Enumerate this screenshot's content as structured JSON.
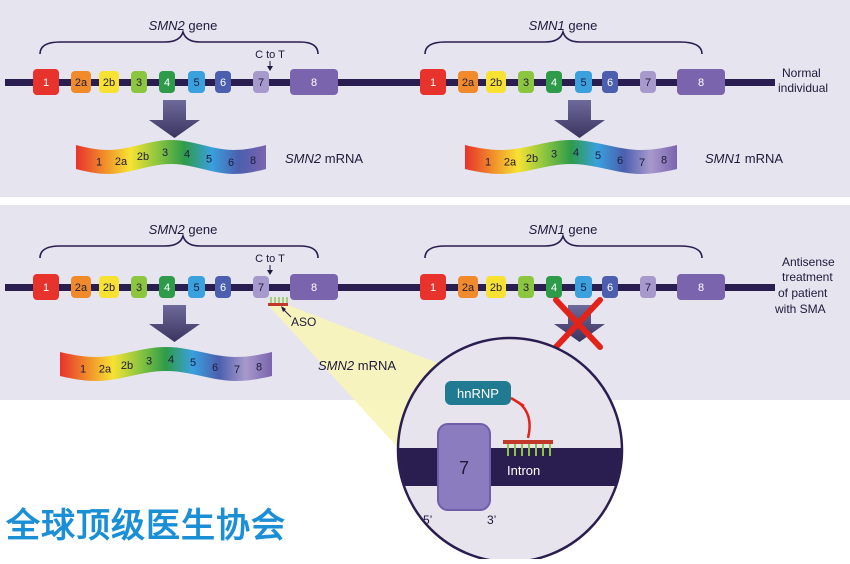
{
  "colors": {
    "panel_bg": "#e5e4ef",
    "chromosome": "#2a1d4f",
    "arrow": "#4a4476",
    "exon_1": "#e8322c",
    "exon_2a": "#f08a2a",
    "exon_2b": "#f7e233",
    "exon_3": "#8cc63f",
    "exon_4": "#2e9b4a",
    "exon_5": "#3aa0de",
    "exon_6": "#4b5fae",
    "exon_7": "#a899cc",
    "exon_8": "#7a64ae",
    "aso": "#c0392b",
    "highlight": "#f8f4b8",
    "cross": "#e2231a",
    "watermark": "#1a8fd6"
  },
  "exons": [
    "1",
    "2a",
    "2b",
    "3",
    "4",
    "5",
    "6",
    "7",
    "8"
  ],
  "panel_top": {
    "smn2_gene_label_italic": "SMN2",
    "smn2_gene_label_rest": " gene",
    "smn1_gene_label_italic": "SMN1",
    "smn1_gene_label_rest": " gene",
    "c_to_t": "C to T",
    "smn2_mrna_italic": "SMN2",
    "smn2_mrna_rest": " mRNA",
    "smn1_mrna_italic": "SMN1",
    "smn1_mrna_rest": " mRNA",
    "side_label_lines": [
      "Normal",
      "individual"
    ],
    "smn2_mrna_exons": [
      "1",
      "2a",
      "2b",
      "3",
      "4",
      "5",
      "6",
      "8"
    ],
    "smn1_mrna_exons": [
      "1",
      "2a",
      "2b",
      "3",
      "4",
      "5",
      "6",
      "7",
      "8"
    ]
  },
  "panel_bottom": {
    "smn2_gene_label_italic": "SMN2",
    "smn2_gene_label_rest": " gene",
    "smn1_gene_label_italic": "SMN1",
    "smn1_gene_label_rest": " gene",
    "c_to_t": "C to T",
    "aso_label": "ASO",
    "smn2_mrna_italic": "SMN2",
    "smn2_mrna_rest": " mRNA",
    "side_label_lines": [
      "Antisense",
      "treatment",
      "of patient",
      "with SMA"
    ],
    "smn2_mrna_exons": [
      "1",
      "2a",
      "2b",
      "3",
      "4",
      "5",
      "6",
      "7",
      "8"
    ]
  },
  "inset": {
    "hnrnp_label": "hnRNP",
    "exon_label": "7",
    "intron_label": "Intron",
    "five_prime": "5’",
    "three_prime": "3’"
  },
  "watermark_text": "全球顶级医生协会"
}
